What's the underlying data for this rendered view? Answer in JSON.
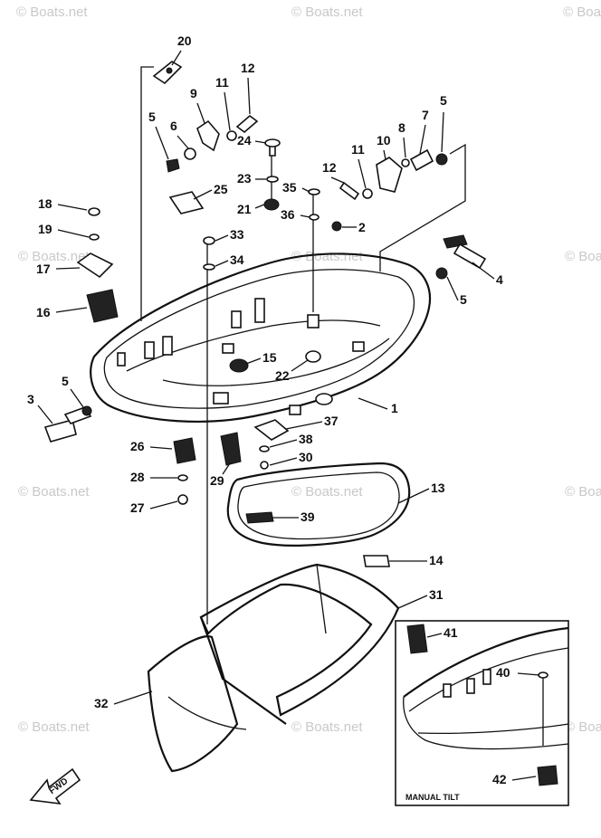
{
  "watermark": "© Boats.net",
  "callouts": [
    "1",
    "2",
    "3",
    "4",
    "5",
    "6",
    "7",
    "8",
    "9",
    "10",
    "11",
    "12",
    "13",
    "14",
    "15",
    "16",
    "17",
    "18",
    "19",
    "20",
    "21",
    "22",
    "23",
    "24",
    "25",
    "26",
    "27",
    "28",
    "29",
    "30",
    "31",
    "32",
    "33",
    "34",
    "35",
    "36",
    "37",
    "38",
    "39",
    "40",
    "41",
    "42"
  ],
  "inset_label": "MANUAL TILT",
  "direction_arrow_label": "FWD",
  "colors": {
    "ink": "#111111",
    "paper": "#ffffff",
    "watermark": "#c9c9c9"
  }
}
